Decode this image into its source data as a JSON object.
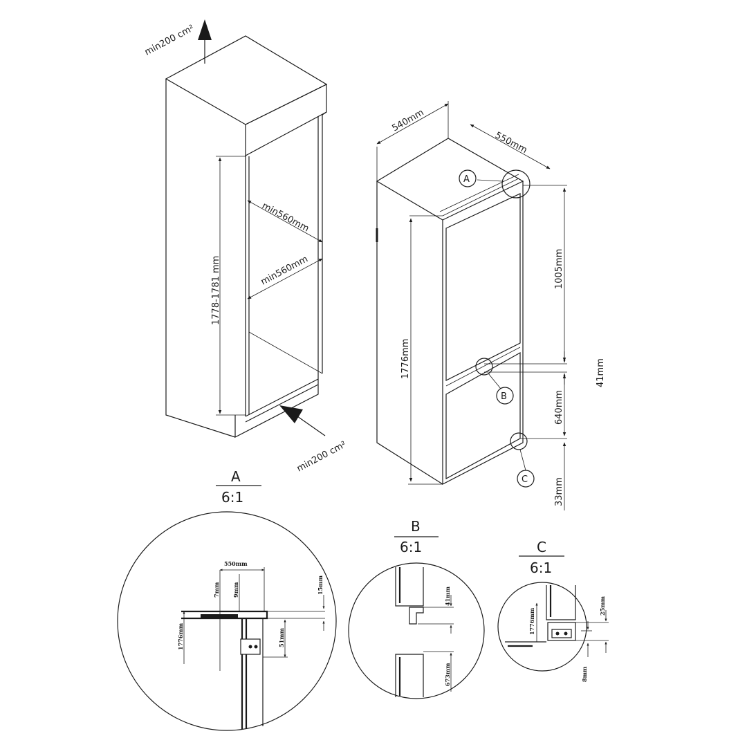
{
  "cabinet": {
    "vent_top": "min200 cm²",
    "vent_bottom": "min200 cm²",
    "height_range": "1778-1781 mm",
    "width_min_1": "min560mm",
    "width_min_2": "min560mm"
  },
  "fridge": {
    "depth": "540mm",
    "width": "550mm",
    "height_total": "1776mm",
    "upper_height": "1005mm",
    "gap": "41mm",
    "lower_height": "640mm",
    "bottom": "33mm",
    "callout_a": "A",
    "callout_b": "B",
    "callout_c": "C"
  },
  "details": {
    "a": {
      "title": "A",
      "scale": "6:1",
      "d550": "550mm",
      "d7": "7mm",
      "d9": "9mm",
      "d15": "15mm",
      "d1776": "1776mm",
      "d51": "51mm"
    },
    "b": {
      "title": "B",
      "scale": "6:1",
      "d41": "41mm",
      "d673": "673mm"
    },
    "c": {
      "title": "C",
      "scale": "6:1",
      "d1776": "1776mm",
      "d25": "25mm",
      "d8": "8mm"
    }
  }
}
